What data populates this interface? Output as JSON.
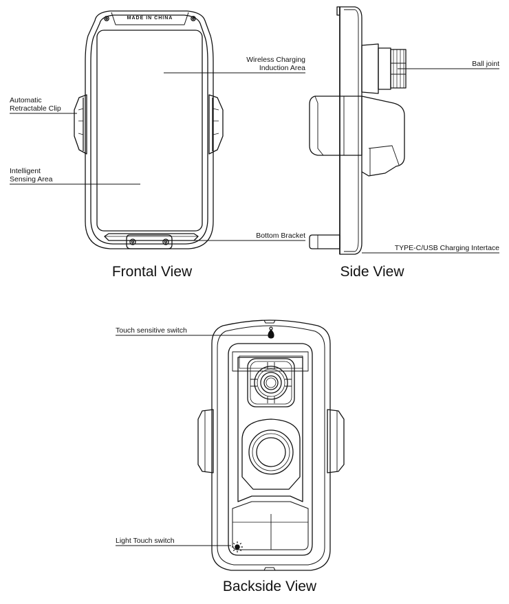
{
  "frontal": {
    "title": "Frontal View",
    "stamp": "MADE IN CHINA",
    "labels": {
      "clip_1": "Automatic",
      "clip_2": "Retractable Clip",
      "sensing_1": "Intelligent",
      "sensing_2": "Sensing Area",
      "wireless_1": "Wireless Charging",
      "wireless_2": "Induction Area",
      "bracket": "Bottom Bracket"
    }
  },
  "side": {
    "title": "Side View",
    "labels": {
      "ball_joint": "Ball joint",
      "type_c": "TYPE-C/USB Charging Intertace"
    }
  },
  "back": {
    "title": "Backside View",
    "labels": {
      "touch_switch": "Touch sensitive switch",
      "light_switch": "Light Touch switch"
    }
  }
}
